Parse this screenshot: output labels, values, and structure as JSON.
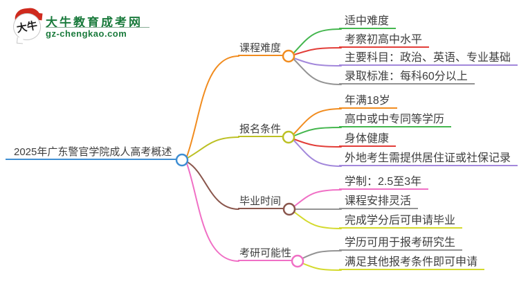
{
  "logo": {
    "icon_text": "大牛",
    "title": "大牛教育成考网",
    "domain": "gz-chengkao.com",
    "brand_color": "#1a7a3c"
  },
  "mindmap": {
    "root": {
      "label": "2025年广东警官学院成人高考概述",
      "color": "#3e8ed3"
    },
    "branches": [
      {
        "label": "课程难度",
        "color": "#f18c1f",
        "children": [
          {
            "label": "适中难度",
            "color": "#44b64e"
          },
          {
            "label": "考察初高中水平",
            "color": "#e23d38"
          },
          {
            "label": "主要科目：政治、英语、专业基础",
            "color": "#a287db"
          },
          {
            "label": "录取标准：每科60分以上",
            "color": "#939393"
          }
        ]
      },
      {
        "label": "报名条件",
        "color": "#bcc024",
        "children": [
          {
            "label": "年满18岁",
            "color": "#f18c1f"
          },
          {
            "label": "高中或中专同等学历",
            "color": "#44b64e"
          },
          {
            "label": "身体健康",
            "color": "#e23d38"
          },
          {
            "label": "外地考生需提供居住证或社保记录",
            "color": "#a287db"
          }
        ]
      },
      {
        "label": "毕业时间",
        "color": "#8a564c",
        "children": [
          {
            "label": "学制：2.5至3年",
            "color": "#f06fc5"
          },
          {
            "label": "课程安排灵活",
            "color": "#939393"
          },
          {
            "label": "完成学分后可申请毕业",
            "color": "#d4da2d"
          }
        ]
      },
      {
        "label": "考研可能性",
        "color": "#f06fc5",
        "children": [
          {
            "label": "学历可用于报考研究生",
            "color": "#939393"
          },
          {
            "label": "满足其他报考条件即可申请",
            "color": "#d4da2d"
          }
        ]
      }
    ]
  }
}
